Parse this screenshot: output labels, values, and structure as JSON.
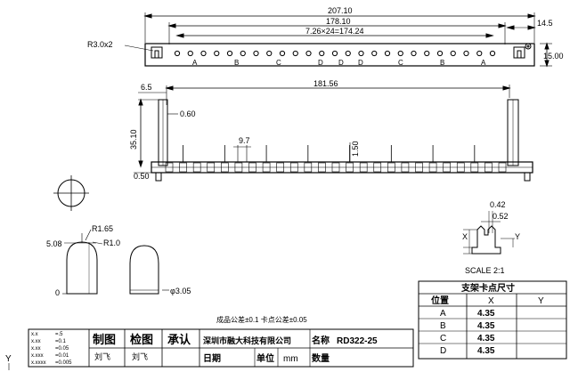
{
  "top_view": {
    "overall_length": "207.10",
    "hole_span": "178.10",
    "pitch_spec": "7.26×24=174.24",
    "end_offset": "14.5",
    "height": "15.00",
    "slot_radius": "R3.0x2",
    "position_letters": [
      "A",
      "B",
      "C",
      "D",
      "D",
      "D",
      "C",
      "B",
      "A"
    ]
  },
  "side_view": {
    "flange_width": "6.5",
    "length": "181.56",
    "wall": "0.60",
    "height": "35.10",
    "pin_spacing": "9.7",
    "pin_height": "1.50",
    "base_offset": "0.50"
  },
  "led_detail": {
    "r_top": "R1.65",
    "r_inner": "R1.0",
    "height": "5.08",
    "base_label": "0",
    "diameter": "φ3.05"
  },
  "section_detail": {
    "dim_top": "0.42",
    "dim_mid": "0.52",
    "label_x": "X",
    "label_y": "Y",
    "scale": "SCALE 2:1"
  },
  "clip_table": {
    "title": "支架卡点尺寸",
    "headers": [
      "位置",
      "X",
      "Y"
    ],
    "rows": [
      {
        "pos": "A",
        "x": "4.35",
        "y": ""
      },
      {
        "pos": "B",
        "x": "4.35",
        "y": ""
      },
      {
        "pos": "C",
        "x": "4.35",
        "y": ""
      },
      {
        "pos": "D",
        "x": "4.35",
        "y": ""
      }
    ]
  },
  "tolerance_note": "成品公差±0.1  卡点公差±0.05",
  "tolerances": [
    {
      "fmt": "x.x",
      "val": "=.5"
    },
    {
      "fmt": "x.xx",
      "val": "=0.1"
    },
    {
      "fmt": "x.xx",
      "val": "=0.05"
    },
    {
      "fmt": "x.xxx",
      "val": "=0.01"
    },
    {
      "fmt": "x.xxxx",
      "val": "=0.005"
    }
  ],
  "title_block": {
    "draw_label": "制图",
    "check_label": "检图",
    "approve_label": "承认",
    "draw_name": "刘飞",
    "check_name": "刘飞",
    "company": "深圳市融大科技有限公司",
    "name_label": "名称",
    "part_name": "RD322-25",
    "date_label": "日期",
    "unit_label": "单位",
    "unit_value": "mm",
    "qty_label": "数量"
  },
  "corner_y": "Y",
  "colors": {
    "line": "#000000",
    "paper": "#ffffff"
  }
}
